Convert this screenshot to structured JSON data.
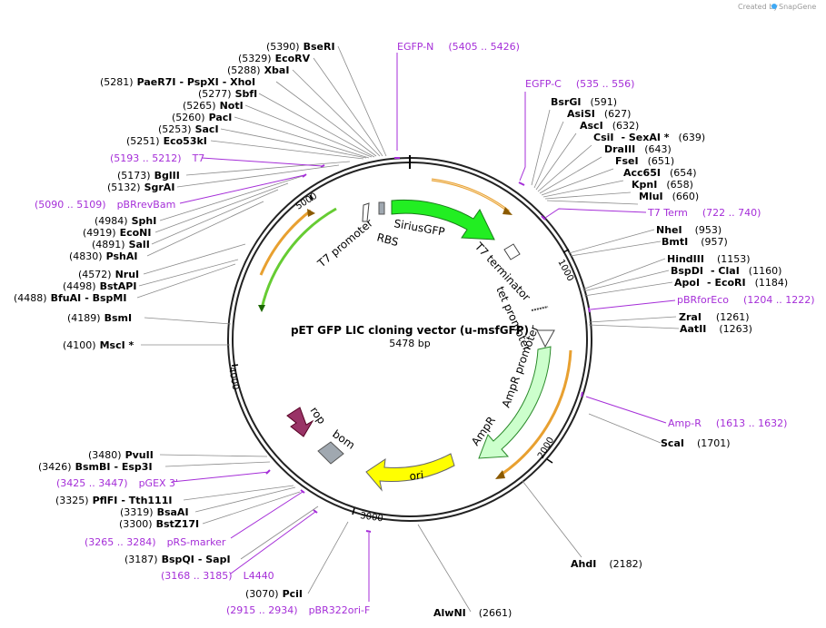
{
  "credit": {
    "created_by": "Created by",
    "brand": "SnapGene"
  },
  "plasmid": {
    "name": "pET GFP LIC cloning vector (u-msfGFP)",
    "length": "5478 bp"
  },
  "ticks": [
    "1000",
    "2000",
    "3000",
    "4000",
    "5000"
  ],
  "features": {
    "t7_promoter": "T7 promoter",
    "rbs": "RBS",
    "sirius_gfp": "SiriusGFP",
    "t7_terminator": "T7 terminator",
    "tet_promoter": "tet promoter",
    "ampr_promoter": "AmpR promoter",
    "ampr": "AmpR",
    "ori": "ori",
    "rop": "rop",
    "bom": "bom"
  },
  "sites_left": [
    {
      "pos": "(5390)",
      "name": "BseRI"
    },
    {
      "pos": "(5329)",
      "name": "EcoRV"
    },
    {
      "pos": "(5288)",
      "name": "XbaI"
    },
    {
      "pos": "(5281)",
      "name": "PaeR7I",
      "name2": "- PspXI",
      "name3": "- XhoI"
    },
    {
      "pos": "(5277)",
      "name": "SbfI"
    },
    {
      "pos": "(5265)",
      "name": "NotI"
    },
    {
      "pos": "(5260)",
      "name": "PacI"
    },
    {
      "pos": "(5253)",
      "name": "SacI"
    },
    {
      "pos": "(5251)",
      "name": "Eco53kI"
    },
    {
      "pos": "(5173)",
      "name": "BglII"
    },
    {
      "pos": "(5132)",
      "name": "SgrAI"
    },
    {
      "pos": "(4984)",
      "name": "SphI"
    },
    {
      "pos": "(4919)",
      "name": "EcoNI"
    },
    {
      "pos": "(4891)",
      "name": "SalI"
    },
    {
      "pos": "(4830)",
      "name": "PshAI"
    },
    {
      "pos": "(4572)",
      "name": "NruI"
    },
    {
      "pos": "(4498)",
      "name": "BstAPI"
    },
    {
      "pos": "(4488)",
      "name": "BfuAI",
      "name2": "- BspMI"
    },
    {
      "pos": "(4189)",
      "name": "BsmI"
    },
    {
      "pos": "(4100)",
      "name": "MscI *"
    },
    {
      "pos": "(3480)",
      "name": "PvuII"
    },
    {
      "pos": "(3426)",
      "name": "BsmBI",
      "name2": "- Esp3I"
    },
    {
      "pos": "(3325)",
      "name": "PflFI",
      "name2": "- Tth111I"
    },
    {
      "pos": "(3319)",
      "name": "BsaAI"
    },
    {
      "pos": "(3300)",
      "name": "BstZ17I"
    },
    {
      "pos": "(3187)",
      "name": "BspQI",
      "name2": "- SapI"
    },
    {
      "pos": "(3070)",
      "name": "PciI"
    },
    {
      "pos": "(2661)",
      "name": "AlwNI"
    }
  ],
  "sites_right": [
    {
      "pos": "(591)",
      "name": "BsrGI"
    },
    {
      "pos": "(627)",
      "name": "AsiSI"
    },
    {
      "pos": "(632)",
      "name": "AscI"
    },
    {
      "pos": "(639)",
      "name": "CsiI",
      "name2": "- SexAI *"
    },
    {
      "pos": "(643)",
      "name": "DraIII"
    },
    {
      "pos": "(651)",
      "name": "FseI"
    },
    {
      "pos": "(654)",
      "name": "Acc65I"
    },
    {
      "pos": "(658)",
      "name": "KpnI"
    },
    {
      "pos": "(660)",
      "name": "MluI"
    },
    {
      "pos": "(953)",
      "name": "NheI"
    },
    {
      "pos": "(957)",
      "name": "BmtI"
    },
    {
      "pos": "(1153)",
      "name": "HindIII"
    },
    {
      "pos": "(1160)",
      "name": "BspDI",
      "name2": "- ClaI"
    },
    {
      "pos": "(1184)",
      "name": "ApoI",
      "name2": "- EcoRI"
    },
    {
      "pos": "(1261)",
      "name": "ZraI"
    },
    {
      "pos": "(1263)",
      "name": "AatII"
    },
    {
      "pos": "(1701)",
      "name": "ScaI"
    },
    {
      "pos": "(2182)",
      "name": "AhdI"
    }
  ],
  "primers": [
    {
      "name": "EGFP-N",
      "range": "(5405 .. 5426)"
    },
    {
      "name": "EGFP-C",
      "range": "(535 .. 556)"
    },
    {
      "name": "T7 Term",
      "range": "(722 .. 740)"
    },
    {
      "name": "pBRforEco",
      "range": "(1204 .. 1222)"
    },
    {
      "name": "Amp-R",
      "range": "(1613 .. 1632)"
    },
    {
      "name": "T7",
      "range": "(5193 .. 5212)"
    },
    {
      "name": "pBRrevBam",
      "range": "(5090 .. 5109)"
    },
    {
      "name": "pGEX 3'",
      "range": "(3425 .. 3447)"
    },
    {
      "name": "pRS-marker",
      "range": "(3265 .. 3284)"
    },
    {
      "name": "L4440",
      "range": "(3168 .. 3185)"
    },
    {
      "name": "pBR322ori-F",
      "range": "(2915 .. 2934)"
    }
  ],
  "colors": {
    "sirius_gfp": "#22ee22",
    "ampr": "#ccffcc",
    "ori": "#ffff00",
    "rop": "#993366",
    "bom": "#a0a8b0",
    "primer": "#a52ed8",
    "orange_arc": "#e8a030",
    "green_arc": "#66cc33"
  }
}
